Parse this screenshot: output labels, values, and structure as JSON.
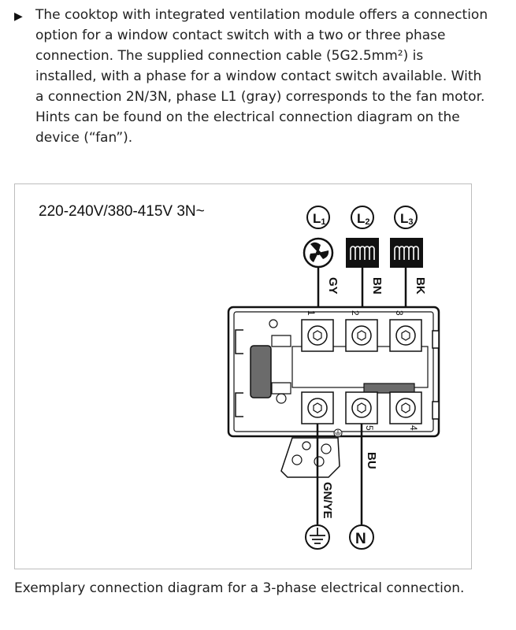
{
  "intro": {
    "marker": "▶",
    "paragraph": "The cooktop with integrated ventilation module offers a connection option for a window contact switch with a two or three phase connection. The supplied connection cable (5G2.5mm²) is installed, with a phase for a window contact switch available. With a connection 2N/3N, phase L1 (gray) corresponds to the fan motor. Hints can be found on the electrical connection diagram on the device (“fan”)."
  },
  "diagram": {
    "supply_label": "220-240V/380-415V 3N~",
    "phases": [
      {
        "label": "L",
        "sub": "1",
        "wire": "GY",
        "terminal": "1"
      },
      {
        "label": "L",
        "sub": "2",
        "wire": "BN",
        "terminal": "2"
      },
      {
        "label": "L",
        "sub": "3",
        "wire": "BK",
        "terminal": "3"
      }
    ],
    "neutral": {
      "label": "N",
      "wire": "BU",
      "terminals": [
        "5",
        "4"
      ]
    },
    "earth": {
      "wire": "GN/YE"
    }
  },
  "caption": "Exemplary connection diagram for a 3-phase electrical connection."
}
